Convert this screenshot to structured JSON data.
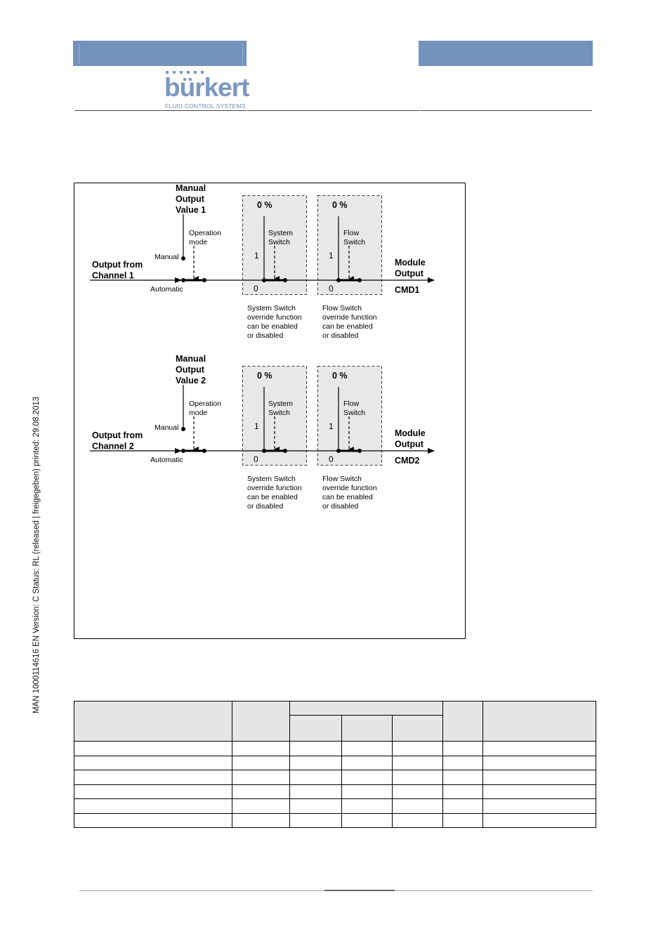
{
  "header": {
    "logo_text": "bürkert",
    "logo_subtitle": "FLUID CONTROL SYSTEMS"
  },
  "sidebar": {
    "doc_info": "MAN  1000114616  EN  Version: C  Status: RL (released | freigegeben)  printed: 29.08.2013"
  },
  "diagram": {
    "blocks": [
      {
        "manual_value_label": [
          "Manual",
          "Output",
          "Value 1"
        ],
        "operation_mode": [
          "Operation",
          "mode"
        ],
        "manual": "Manual",
        "automatic": "Automatic",
        "input_label": [
          "Output from",
          "Channel 1"
        ],
        "system_switch": {
          "percent": "0 %",
          "label": [
            "System",
            "Switch"
          ],
          "one": "1",
          "zero": "0",
          "note": [
            "System Switch",
            "override function",
            "can be enabled",
            "or disabled"
          ]
        },
        "flow_switch": {
          "percent": "0 %",
          "label": [
            "Flow",
            "Switch"
          ],
          "one": "1",
          "zero": "0",
          "note": [
            "Flow Switch",
            "override function",
            "can be enabled",
            "or disabled"
          ]
        },
        "output_label": [
          "Module",
          "Output"
        ],
        "cmd": "CMD1"
      },
      {
        "manual_value_label": [
          "Manual",
          "Output",
          "Value 2"
        ],
        "operation_mode": [
          "Operation",
          "mode"
        ],
        "manual": "Manual",
        "automatic": "Automatic",
        "input_label": [
          "Output from",
          "Channel 2"
        ],
        "system_switch": {
          "percent": "0 %",
          "label": [
            "System",
            "Switch"
          ],
          "one": "1",
          "zero": "0",
          "note": [
            "System Switch",
            "override function",
            "can be enabled",
            "or disabled"
          ]
        },
        "flow_switch": {
          "percent": "0 %",
          "label": [
            "Flow",
            "Switch"
          ],
          "one": "1",
          "zero": "0",
          "note": [
            "Flow Switch",
            "override function",
            "can be enabled",
            "or disabled"
          ]
        },
        "output_label": [
          "Module",
          "Output"
        ],
        "cmd": "CMD2"
      }
    ]
  },
  "table": {
    "empty_rows": 6,
    "columns": 8
  }
}
